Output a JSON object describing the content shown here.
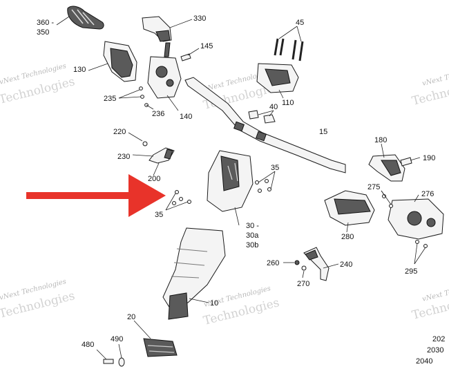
{
  "labels": {
    "l360": "360 -",
    "l350": "350",
    "l330": "330",
    "l45": "45",
    "l145": "145",
    "l130": "130",
    "l110": "110",
    "l235": "235",
    "l236": "236",
    "l140": "140",
    "l40": "40",
    "l15": "15",
    "l220": "220",
    "l230": "230",
    "l200": "200",
    "l35a": "35",
    "l35b": "35",
    "l30": "30 -",
    "l30a": "30a",
    "l30b": "30b",
    "l180": "180",
    "l190": "190",
    "l275": "275",
    "l276": "276",
    "l280": "280",
    "l295": "295",
    "l260": "260",
    "l240": "240",
    "l270": "270",
    "l10": "10",
    "l20": "20",
    "l480": "480",
    "l490": "490",
    "l202": "202",
    "l2030": "2030",
    "l2040": "2040"
  },
  "watermark": {
    "line1": "vNext Technologies",
    "line2": "Technologies"
  },
  "colors": {
    "arrow": "#e8332a",
    "watermark": "#b9b9b9"
  }
}
